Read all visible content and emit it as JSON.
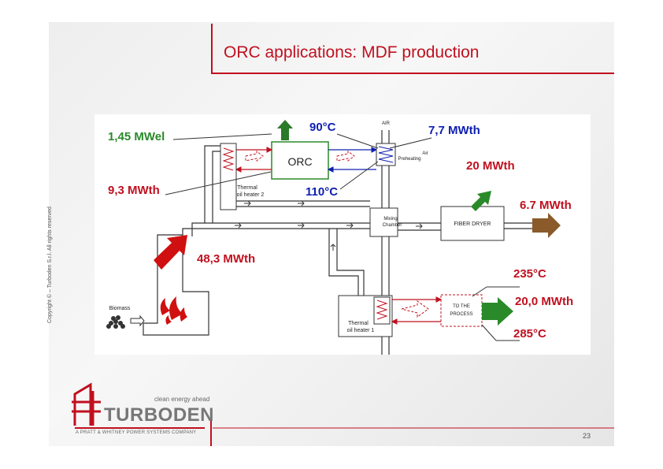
{
  "slide": {
    "title": "ORC applications: MDF production",
    "copyright": "Copyright © – Turboden S.r.l. All rights reserved",
    "page_number": "23",
    "accent_color": "#c0101f"
  },
  "brand": {
    "tagline": "clean energy ahead",
    "name": "TURBODEN",
    "subline": "A PRATT & WHITNEY POWER SYSTEMS COMPANY"
  },
  "diagram": {
    "values": {
      "electric": "1,45 MWel",
      "thermal_in": "9,3 MWth",
      "biomass_heat": "48,3 MWth",
      "air_preheat": "7,7 MWth",
      "fiber_dryer_loss": "20 MWth",
      "fiber_out": "6.7 MWth",
      "process": "20,0 MWth",
      "temp_low": "90°C",
      "temp_high": "110°C",
      "temp_process_low": "235°C",
      "temp_process_high": "285°C"
    },
    "labels": {
      "orc": "ORC",
      "air": "AIR",
      "air_preheating_1": "Air",
      "air_preheating_2": "Preheating",
      "heater2_1": "Thermal",
      "heater2_2": "oil heater 2",
      "heater1_1": "Thermal",
      "heater1_2": "oil heater 1",
      "mixing_1": "Mixing",
      "mixing_2": "Chamber",
      "fiber_dryer": "FIBER DRYER",
      "to_process_1": "TO THE",
      "to_process_2": "PROCESS",
      "biomass": "Biomass"
    }
  }
}
